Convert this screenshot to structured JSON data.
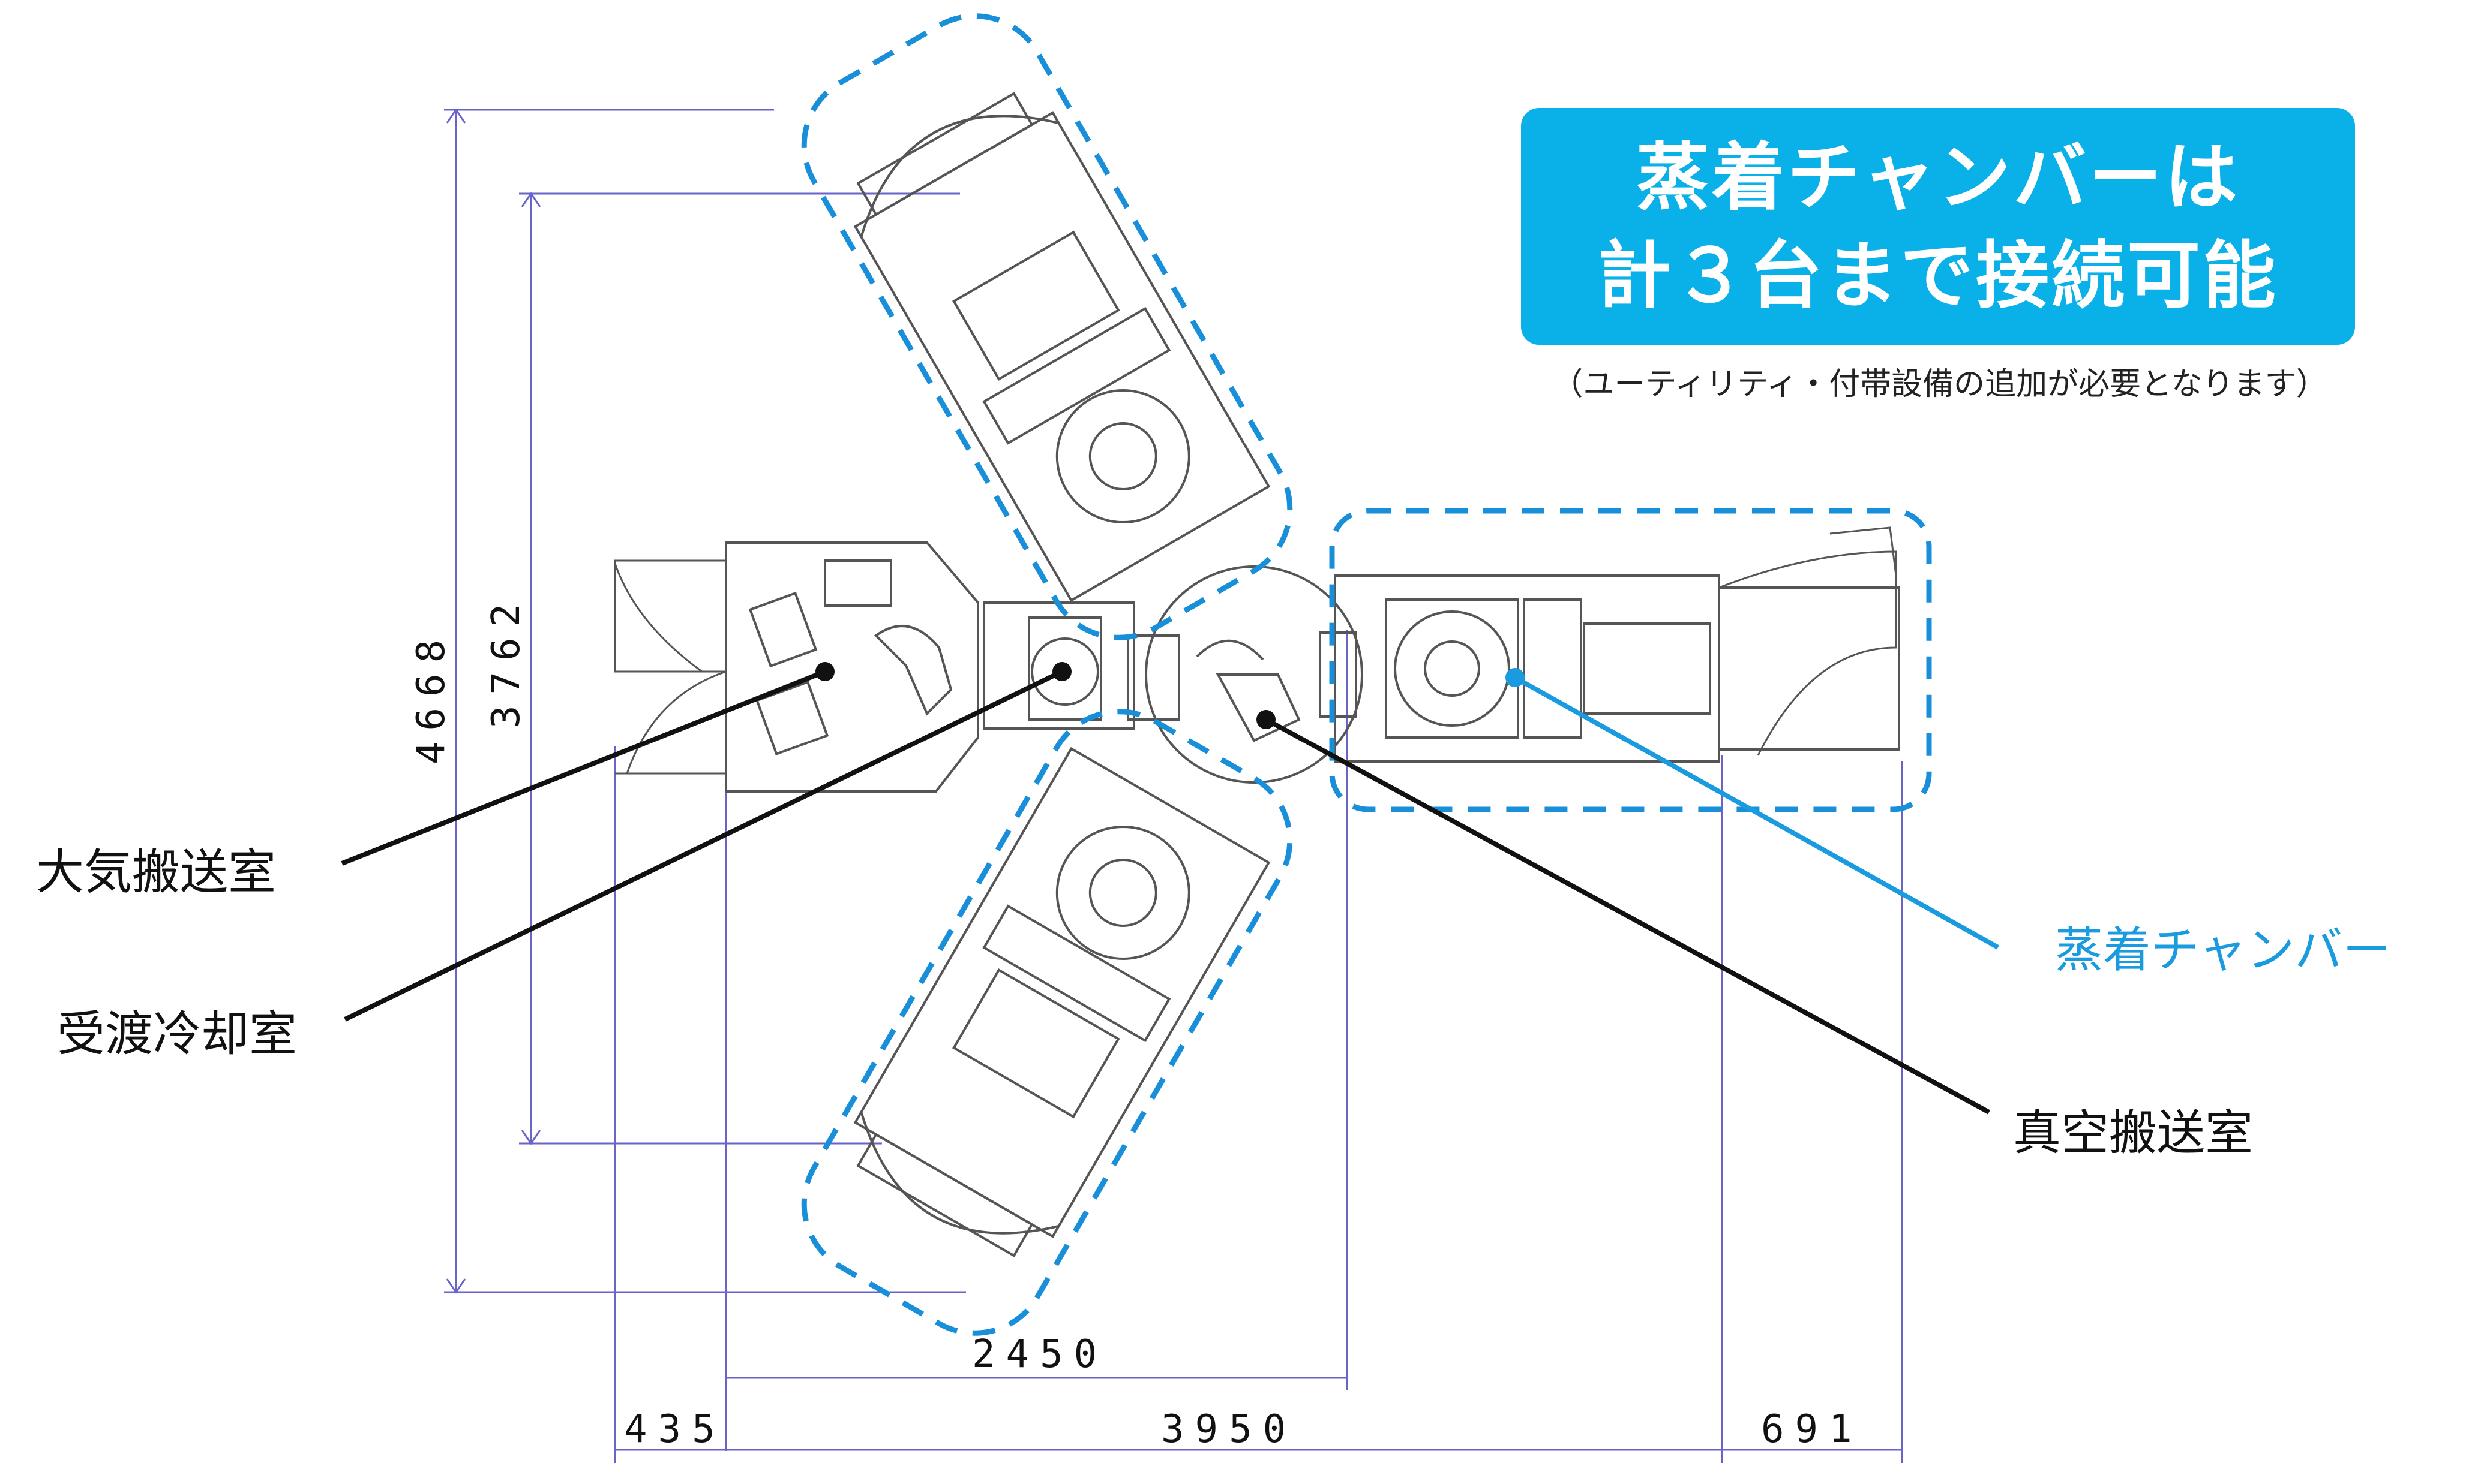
{
  "callout": {
    "line1": "蒸着チャンバーは",
    "line2": "計３台まで接続可能",
    "note": "（ユーティリティ・付帯設備の追加が必要となります）",
    "color": "#0ab0e8"
  },
  "labels": {
    "atmospheric_transfer": "大気搬送室",
    "transfer_cooling": "受渡冷却室",
    "vacuum_transfer": "真空搬送室",
    "deposition_chamber": "蒸着チャンバー"
  },
  "dimensions": {
    "total_height": "4668",
    "inner_height": "3762",
    "width_2450": "2450",
    "left_435": "435",
    "main_3950": "3950",
    "right_691": "691"
  },
  "colors": {
    "dashed_outline": "#1a8fd9",
    "dimension_line": "#6a64c8",
    "drawing": "#555555"
  }
}
